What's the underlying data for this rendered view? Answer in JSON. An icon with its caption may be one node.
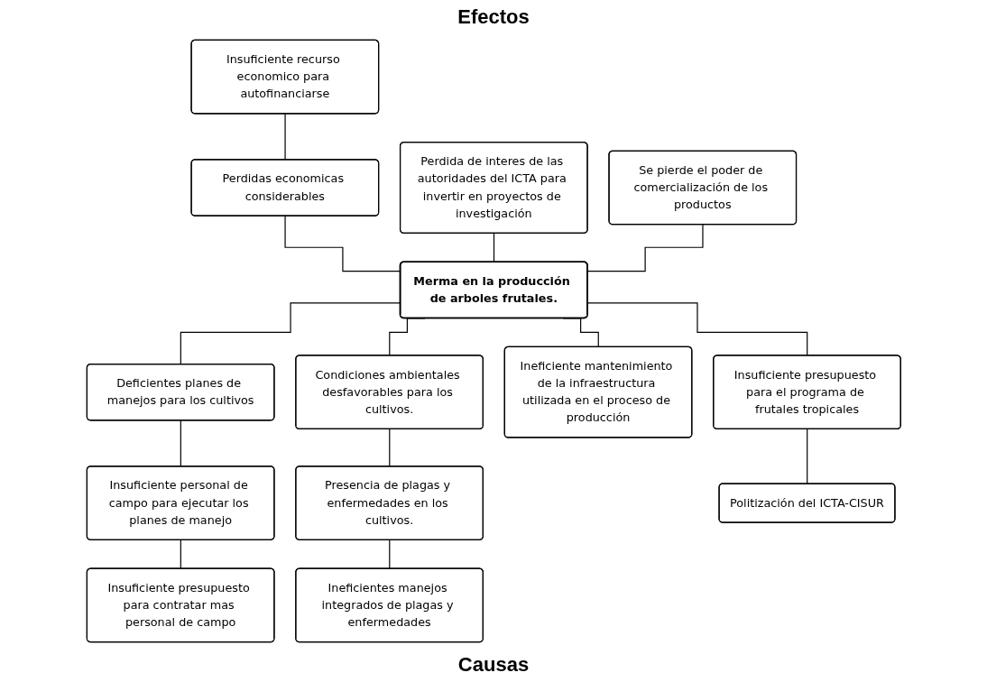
{
  "diagram": {
    "title": "Efectos",
    "caption": "Causas",
    "nodes": [
      {
        "text": [
          "Insuficiente recurso economico para autofinanciarse"
        ]
      },
      {
        "text": [
          "Perdidas economicas considerables"
        ]
      },
      {
        "text": [
          "Perdida de interes de las autoridades del ICTA para invertir en proyectos de investigación"
        ]
      },
      {
        "text": [
          "Se pierde el poder de comercialización de los productos"
        ]
      },
      {
        "text": [
          "Merma en la producción de arboles frutales."
        ]
      },
      {
        "text": [
          "Deficientes planes de manejos para los cultivos"
        ]
      },
      {
        "text": [
          "Condiciones ambientales desfavorables para los cultivos."
        ]
      },
      {
        "text": [
          "Ineficiente mantenimiento de la infraestructura utilizada en el proceso de producción"
        ]
      },
      {
        "text": [
          "Insuficiente personal de campo para ejecutar los planes de manejo"
        ]
      },
      {
        "text": [
          "Presencia de plagas y enfermedades en los cultivos."
        ]
      },
      {
        "text": [
          "Insuficiente presupuesto para el programa de frutales tropicales"
        ]
      },
      {
        "text": [
          "Insuficiente presupuesto para contratar mas personal de campo"
        ]
      },
      {
        "text": [
          "Ineficientes manejos integrados de plagas y enfermedades"
        ]
      },
      {
        "text": [
          "Politización del ICTA-CISUR"
        ]
      }
    ],
    "edges": [
      {
        "from": 0,
        "to": 1,
        "arrow": "none"
      },
      {
        "from": 1,
        "to": 4,
        "arrow": "none"
      },
      {
        "from": 2,
        "to": 4,
        "arrow": "none"
      },
      {
        "from": 3,
        "to": 4,
        "arrow": "none"
      },
      {
        "from": 4,
        "to": 5,
        "arrow": "none"
      },
      {
        "from": 4,
        "to": 6,
        "arrow": "none"
      },
      {
        "from": 4,
        "to": 7,
        "arrow": "none"
      },
      {
        "from": 4,
        "to": 10,
        "arrow": "none"
      },
      {
        "from": 5,
        "to": 8,
        "arrow": "none"
      },
      {
        "from": 8,
        "to": 11,
        "arrow": "none"
      },
      {
        "from": 6,
        "to": 9,
        "arrow": "none"
      },
      {
        "from": 9,
        "to": 12,
        "arrow": "none"
      },
      {
        "from": 10,
        "to": 13,
        "arrow": "none"
      }
    ]
  }
}
